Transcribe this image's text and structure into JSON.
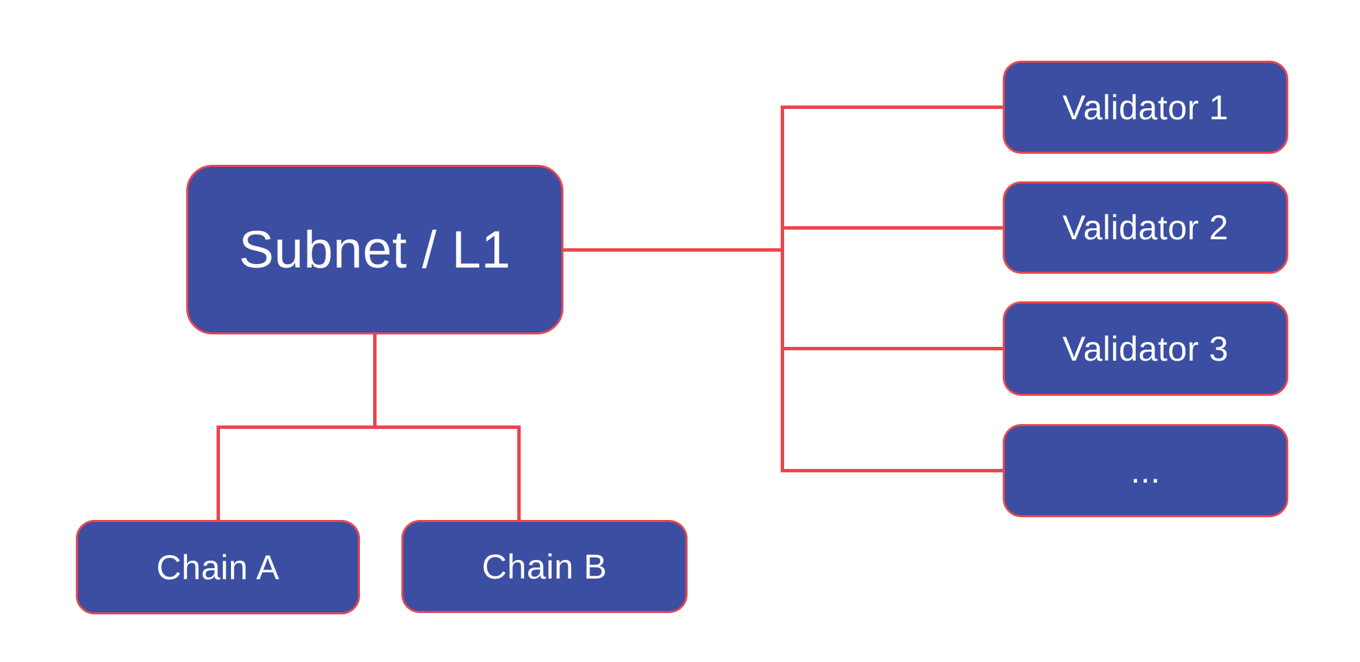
{
  "diagram": {
    "nodes": {
      "subnet": {
        "label": "Subnet / L1"
      },
      "chain_a": {
        "label": "Chain A"
      },
      "chain_b": {
        "label": "Chain B"
      },
      "validator_1": {
        "label": "Validator 1"
      },
      "validator_2": {
        "label": "Validator 2"
      },
      "validator_3": {
        "label": "Validator 3"
      },
      "validator_more": {
        "label": "..."
      }
    },
    "edges": [
      {
        "from": "subnet",
        "to": "chain_a"
      },
      {
        "from": "subnet",
        "to": "chain_b"
      },
      {
        "from": "subnet",
        "to": "validator_1"
      },
      {
        "from": "subnet",
        "to": "validator_2"
      },
      {
        "from": "subnet",
        "to": "validator_3"
      },
      {
        "from": "subnet",
        "to": "validator_more"
      }
    ]
  },
  "colors": {
    "node_fill": "#3B4EA2",
    "node_border": "#E9474F",
    "connector": "#E9474F",
    "node_text": "#FFFFFF",
    "background": "#FFFFFF"
  }
}
